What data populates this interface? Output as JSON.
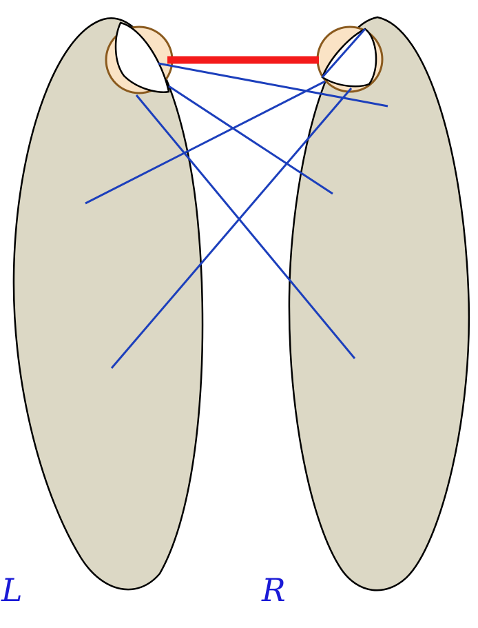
{
  "labels": {
    "left_set": "L",
    "right_set": "R"
  },
  "colors": {
    "set_fill": "#dcd8c5",
    "set_stroke": "#000000",
    "endpoint_fill": "#fae3c5",
    "endpoint_stroke": "#8a5a1e",
    "inner_region_fill": "#ffffff",
    "highlight_edge": "#f41a1a",
    "crossing_edge": "#1c3fbc",
    "label_color": "#1a1ad6"
  },
  "edges": {
    "highlighted_count": 1,
    "crossing_count": 6
  }
}
